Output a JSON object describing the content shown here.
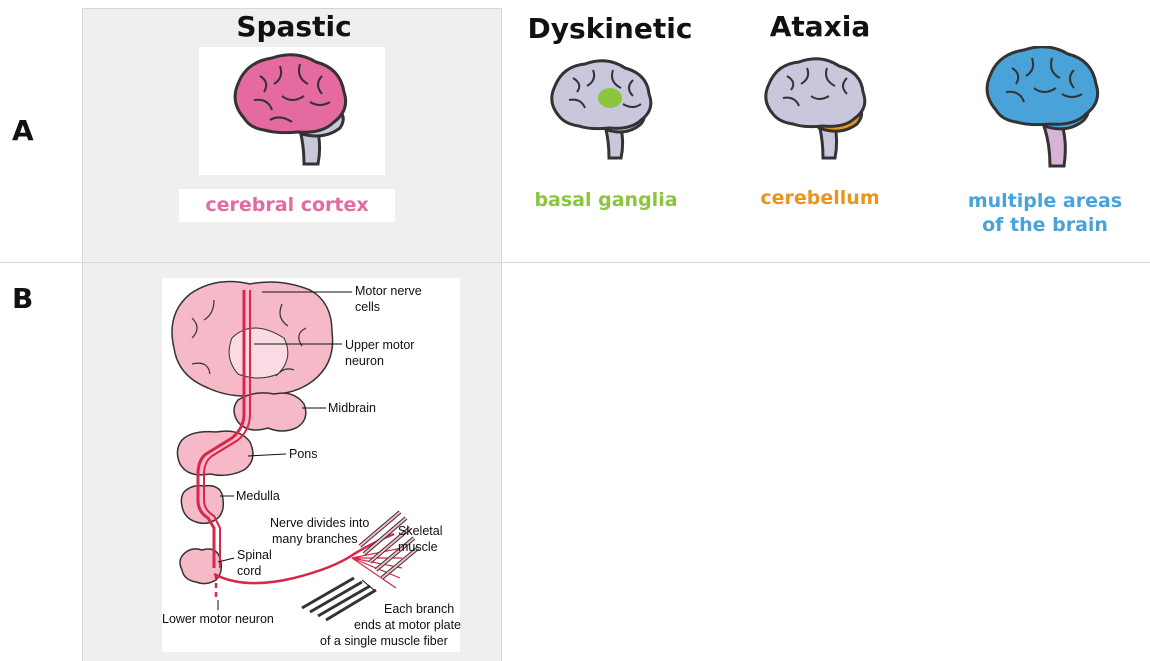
{
  "rows": {
    "a": "A",
    "b": "B"
  },
  "colors": {
    "spastic": "#e46a9f",
    "dyskinetic": "#8cc63f",
    "ataxia": "#e8961e",
    "multiple": "#4aa3d8",
    "brain_gray": "#c9c7dc",
    "neuron_red": "#d9264a",
    "tissue_pink": "#f5b9c8"
  },
  "panel_a": {
    "columns": [
      {
        "title": "Spastic",
        "caption_lines": [
          "cerebral cortex"
        ],
        "highlight": "cerebral cortex"
      },
      {
        "title": "Dyskinetic",
        "caption_lines": [
          "basal ganglia"
        ],
        "highlight": "basal ganglia"
      },
      {
        "title": "Ataxia",
        "caption_lines": [
          "cerebellum"
        ],
        "highlight": "cerebellum"
      },
      {
        "title": "",
        "caption_lines": [
          "multiple areas",
          "of the brain"
        ],
        "highlight": "whole brain"
      }
    ]
  },
  "panel_b": {
    "labels": {
      "motor_nerve_cells": [
        "Motor nerve",
        "cells"
      ],
      "upper_motor_neuron": [
        "Upper motor",
        "neuron"
      ],
      "midbrain": "Midbrain",
      "pons": "Pons",
      "medulla": "Medulla",
      "nerve_divides": [
        "Nerve divides into",
        "many branches"
      ],
      "skeletal_muscle": [
        "Skeletal",
        "muscle"
      ],
      "spinal_cord": [
        "Spinal",
        "cord"
      ],
      "lower_motor_neuron": "Lower motor neuron",
      "each_branch": [
        "Each branch",
        "ends at motor plate",
        "of a single muscle fiber"
      ]
    }
  }
}
